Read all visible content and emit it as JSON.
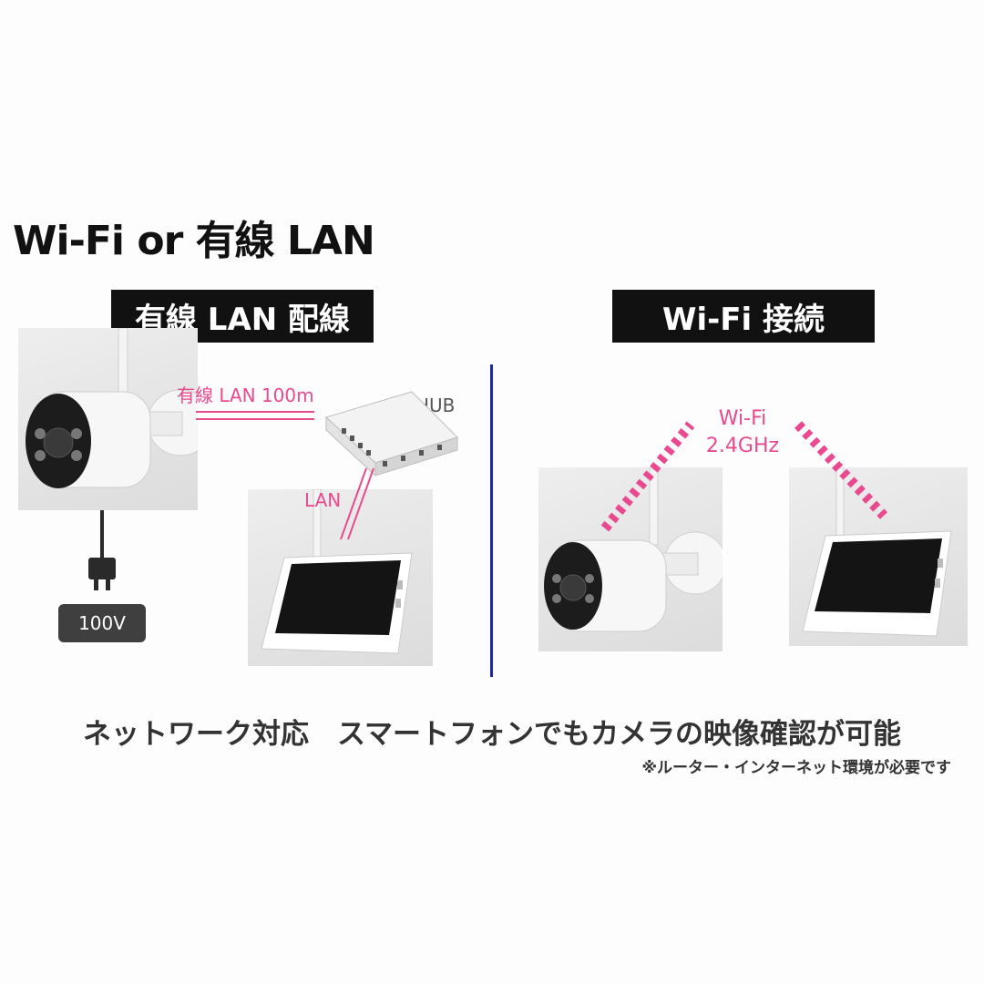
{
  "title": "Wi-Fi or 有線 LAN",
  "wired_panel": {
    "header": "有線 LAN 配線",
    "cable_label": "有線 LAN 100m",
    "hub_label": "HUB",
    "lan_label": "LAN",
    "power_label": "100V"
  },
  "wifi_panel": {
    "header": "Wi-Fi 接続",
    "wifi_label": "Wi-Fi",
    "band_label": "2.4GHz"
  },
  "footer": {
    "headline": "ネットワーク対応　スマートフォンでもカメラの映像確認が可能",
    "note": "※ルーター・インターネット環境が必要です"
  },
  "colors": {
    "accent_pink": "#e94a8f",
    "divider_blue": "#1e2a9a",
    "header_bg": "#111111"
  }
}
